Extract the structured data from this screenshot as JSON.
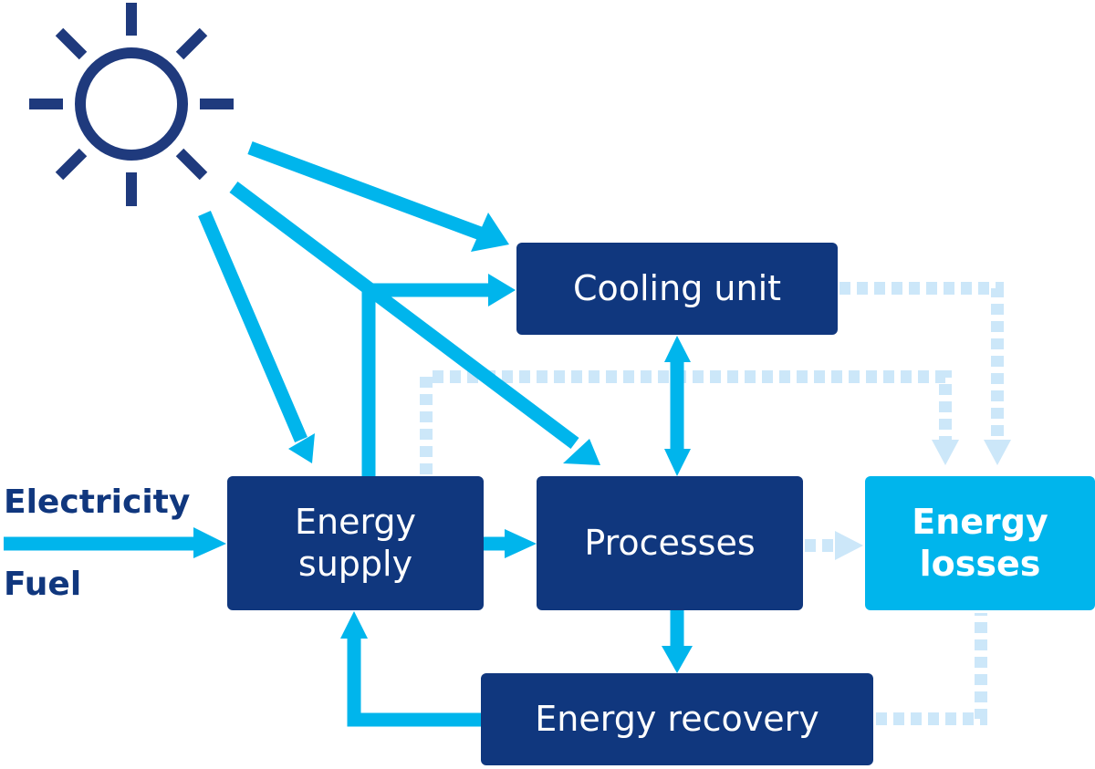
{
  "colors": {
    "box_dark": "#10377e",
    "box_light": "#00b5ec",
    "arrow": "#00b5ec",
    "loss_arrow": "#cce7f9",
    "sun": "#1f3a7d",
    "text_on_box": "#ffffff",
    "label_text": "#10377e"
  },
  "nodes": {
    "cooling_unit": {
      "lines": [
        "Cooling unit"
      ]
    },
    "energy_supply": {
      "lines": [
        "Energy",
        "supply"
      ]
    },
    "processes": {
      "lines": [
        "Processes"
      ]
    },
    "energy_losses": {
      "lines": [
        "Energy",
        "losses"
      ]
    },
    "energy_recovery": {
      "lines": [
        "Energy recovery"
      ]
    }
  },
  "inputs": {
    "electricity": "Electricity",
    "fuel": "Fuel"
  },
  "icons": {
    "sun": "sun-icon"
  },
  "flows": [
    {
      "from": "sun",
      "to": "cooling_unit",
      "style": "solid"
    },
    {
      "from": "sun",
      "to": "processes",
      "style": "solid"
    },
    {
      "from": "sun",
      "to": "energy_supply",
      "style": "solid"
    },
    {
      "from": "energy_supply",
      "to": "cooling_unit",
      "style": "solid"
    },
    {
      "from": "electricity_fuel",
      "to": "energy_supply",
      "style": "solid"
    },
    {
      "from": "energy_supply",
      "to": "processes",
      "style": "solid"
    },
    {
      "from": "cooling_unit",
      "to": "processes",
      "style": "solid-bidirectional"
    },
    {
      "from": "processes",
      "to": "energy_recovery",
      "style": "solid"
    },
    {
      "from": "energy_recovery",
      "to": "energy_supply",
      "style": "solid"
    },
    {
      "from": "cooling_unit",
      "to": "energy_losses",
      "style": "dotted"
    },
    {
      "from": "energy_supply",
      "to": "energy_losses",
      "style": "dotted"
    },
    {
      "from": "processes",
      "to": "energy_losses",
      "style": "dotted"
    },
    {
      "from": "energy_recovery",
      "to": "energy_losses",
      "style": "dotted"
    }
  ]
}
